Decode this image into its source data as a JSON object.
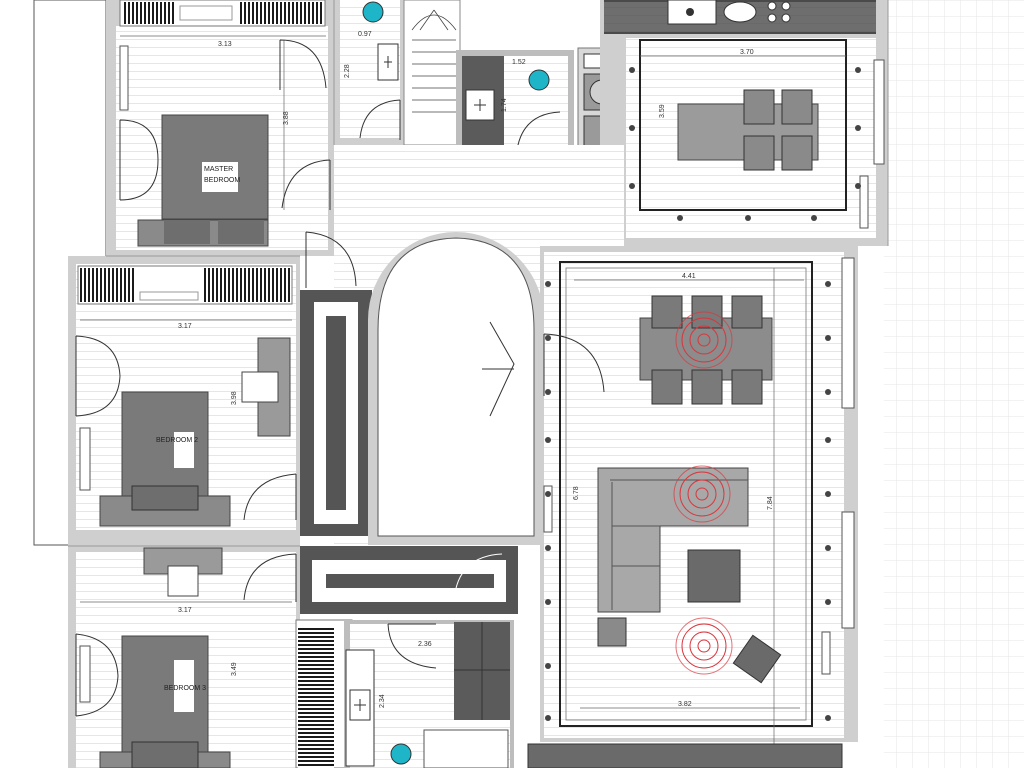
{
  "colors": {
    "wall": "#c8c8c8",
    "dark_fill": "#555555",
    "furniture": "#7a7a7a",
    "fixture_accent": "#1fb5c8",
    "sensor_ring": "#d9363e",
    "grid": "#e3e3e3"
  },
  "rooms": {
    "master_bedroom_line1": "MASTER",
    "master_bedroom_line2": "BEDROOM",
    "bedroom_2": "BEDROOM 2",
    "bedroom_3": "BEDROOM 3"
  },
  "dimensions": {
    "master_width": "3.13",
    "master_depth": "3.88",
    "bath_top_width": "0.97",
    "bath_top_depth": "2.28",
    "wc_width": "1.52",
    "wc_depth": "1.74",
    "kitchen_width": "3.70",
    "kitchen_depth": "3.59",
    "bedroom2_width": "3.17",
    "bedroom2_depth": "3.98",
    "bedroom3_width": "3.17",
    "bedroom3_depth": "3.49",
    "living_width_top": "4.41",
    "living_depth": "6.78",
    "living_outer_depth": "7.84",
    "living_width_bottom": "3.82",
    "bath_bottom_width": "2.36",
    "bath_bottom_depth": "2.34"
  },
  "icons": [
    "door-swing-icon",
    "toilet-icon",
    "sink-icon",
    "stove-icon",
    "sensor-icon",
    "column-marker-icon",
    "stair-arrow-icon"
  ]
}
